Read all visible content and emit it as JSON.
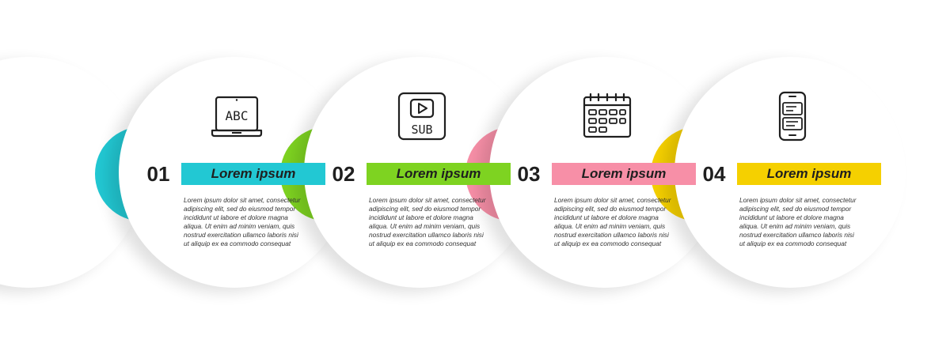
{
  "colors": {
    "step1": "#22c8d3",
    "step2": "#7ed321",
    "step3": "#f78fa7",
    "step4": "#f5d000"
  },
  "steps": [
    {
      "number": "01",
      "title": "Lorem ipsum",
      "text": "Lorem ipsum dolor sit amet, consectetur adipiscing elit, sed do eiusmod tempor incididunt ut labore et dolore magna aliqua. Ut enim ad minim veniam, quis nostrud exercitation ullamco laboris nisi ut aliquip ex ea commodo consequat",
      "icon": "laptop-abc-icon",
      "icon_text": "ABC"
    },
    {
      "number": "02",
      "title": "Lorem ipsum",
      "text": "Lorem ipsum dolor sit amet, consectetur adipiscing elit, sed do eiusmod tempor incididunt ut labore et dolore magna aliqua. Ut enim ad minim veniam, quis nostrud exercitation ullamco laboris nisi ut aliquip ex ea commodo consequat",
      "icon": "video-subtitles-icon",
      "icon_text": "SUB"
    },
    {
      "number": "03",
      "title": "Lorem ipsum",
      "text": "Lorem ipsum dolor sit amet, consectetur adipiscing elit, sed do eiusmod tempor incididunt ut labore et dolore magna aliqua. Ut enim ad minim veniam, quis nostrud exercitation ullamco laboris nisi ut aliquip ex ea commodo consequat",
      "icon": "calendar-icon"
    },
    {
      "number": "04",
      "title": "Lorem ipsum",
      "text": "Lorem ipsum dolor sit amet, consectetur adipiscing elit, sed do eiusmod tempor incididunt ut labore et dolore magna aliqua. Ut enim ad minim veniam, quis nostrud exercitation ullamco laboris nisi ut aliquip ex ea commodo consequat",
      "icon": "smartphone-chat-icon"
    }
  ]
}
